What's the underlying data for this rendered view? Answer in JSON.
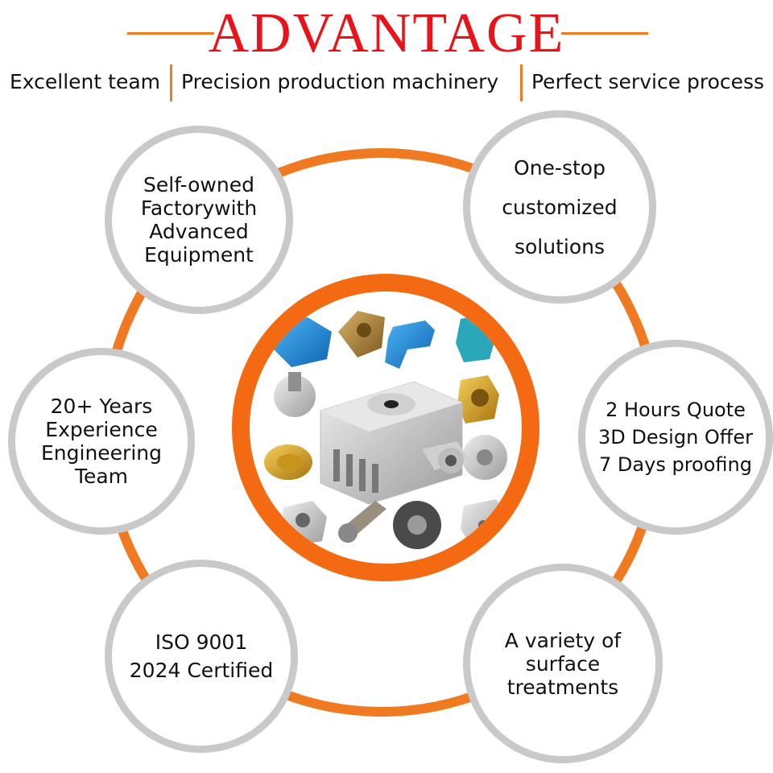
{
  "header": {
    "title": "ADVANTAGE",
    "taglines": [
      "Excellent team",
      "Precision production machinery",
      "Perfect service process"
    ]
  },
  "circles": {
    "factory": [
      "Self-owned",
      "Factorywith",
      "Advanced",
      "Equipment"
    ],
    "solutions": [
      "One-stop",
      "customized",
      "solutions"
    ],
    "team": [
      "20+ Years",
      "Experience",
      "Engineering",
      "Team"
    ],
    "quote": [
      "2 Hours Quote",
      "3D Design Offer",
      "7 Days proofing"
    ],
    "iso": [
      "ISO 9001",
      "2024 Certified"
    ],
    "surface": [
      "A variety of",
      "surface",
      "treatments"
    ]
  },
  "colors": {
    "title": "#e8141b",
    "accent": "#f07a22",
    "circle_border": "#c9c9c9"
  },
  "center_image": "cnc-machined-parts-collage"
}
